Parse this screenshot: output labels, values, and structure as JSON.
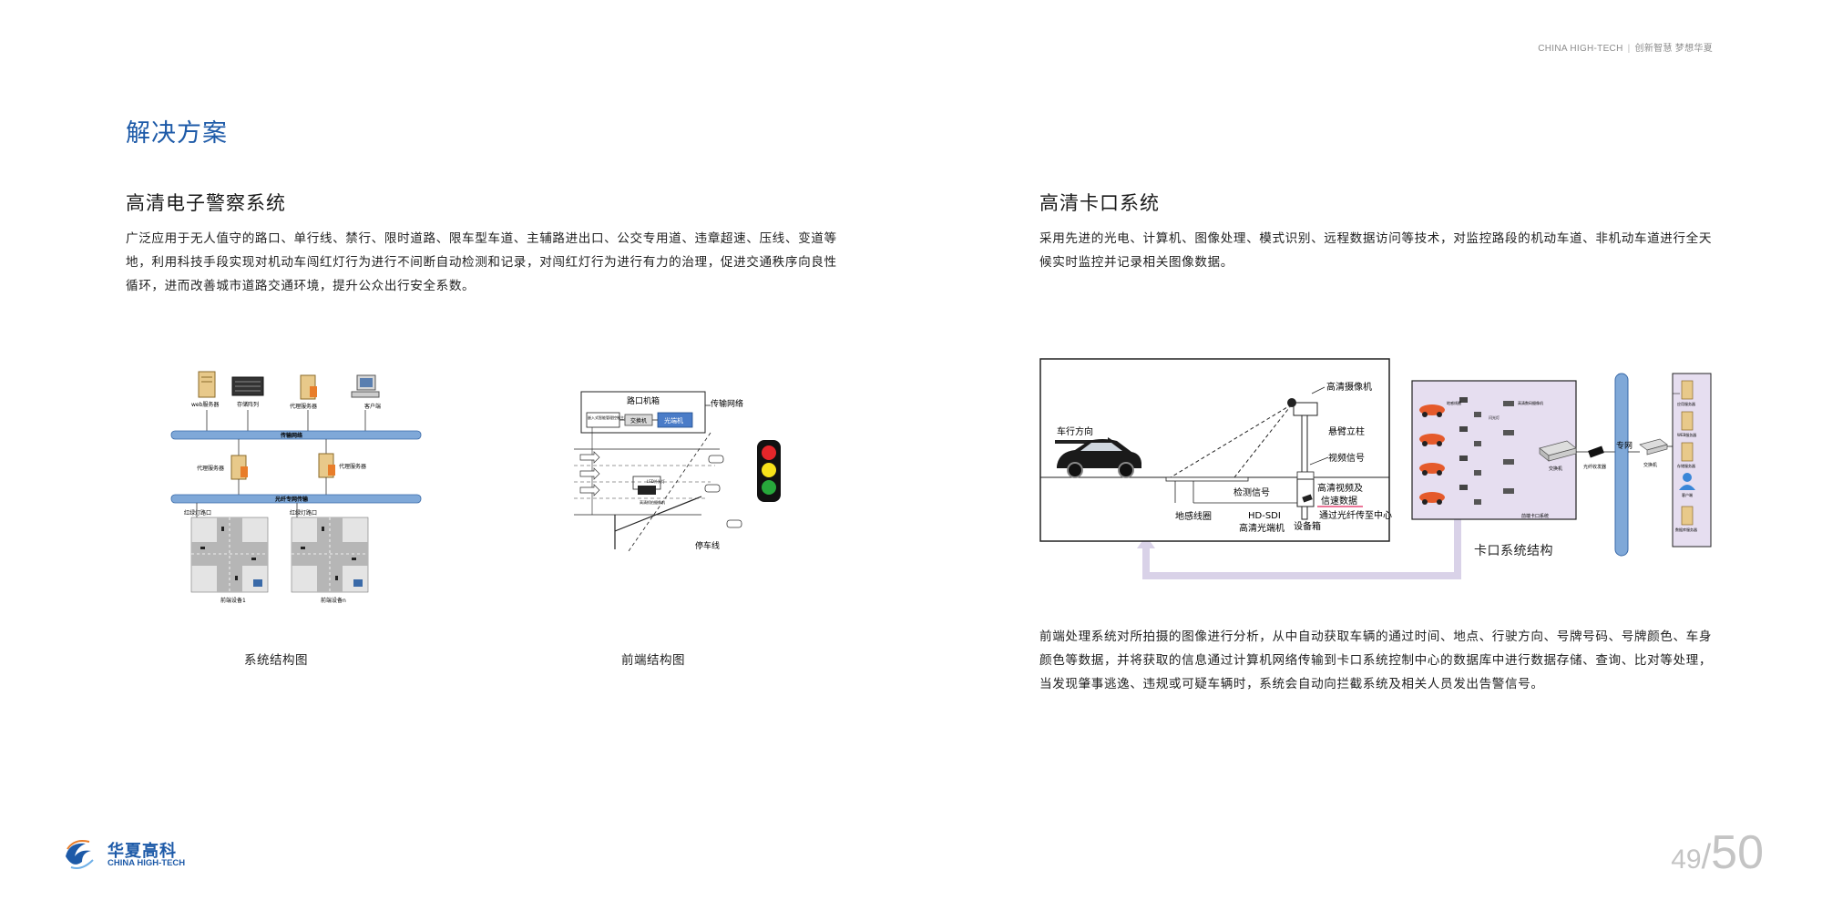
{
  "brand": {
    "left": "CHINA HIGH-TECH",
    "right": "创新智慧 梦想华夏"
  },
  "page_title": "解决方案",
  "left_section": {
    "title": "高清电子警察系统",
    "paragraph": "广泛应用于无人值守的路口、单行线、禁行、限时道路、限车型车道、主辅路进出口、公交专用道、违章超速、压线、变道等地，利用科技手段实现对机动车闯红灯行为进行不间断自动检测和记录，对闯红灯行为进行有力的治理，促进交通秩序向良性循环，进而改善城市道路交通环境，提升公众出行安全系数。",
    "diagram1": {
      "caption": "系统结构图",
      "labels": {
        "web_server": "web服务器",
        "storage_array": "存储阵列",
        "proxy_server_top": "代理服务器",
        "client": "客户端",
        "transport_network": "传输网络",
        "proxy_server_a": "代理服务器",
        "proxy_server_b": "代理服务器",
        "fiber_network": "光纤专网传输",
        "junction_a": "红绿灯路口",
        "junction_b": "红绿灯路口",
        "device_a": "前端设备1",
        "device_b": "前端设备n"
      }
    },
    "diagram2": {
      "caption": "前端结构图",
      "labels": {
        "cabinet": "路口机箱",
        "network": "传输网络",
        "host": "嵌入式智能管理控制主机",
        "switch": "交换机",
        "optical": "光端机",
        "stop_line": "停车线",
        "camera_a": "LED补光灯",
        "camera_b": "高清抓拍摄像机"
      }
    }
  },
  "right_section": {
    "title": "高清卡口系统",
    "paragraph": "采用先进的光电、计算机、图像处理、模式识别、远程数据访问等技术，对监控路段的机动车道、非机动车道进行全天候实时监控并记录相关图像数据。",
    "diagram": {
      "caption": "卡口系统结构",
      "labels": {
        "direction": "车行方向",
        "camera": "高清摄像机",
        "pole": "悬臂立柱",
        "video_signal": "视频信号",
        "hd_video_line1": "高清视频及",
        "hd_video_line2": "信速数据",
        "detect_signal": "检测信号",
        "coil": "地感线圈",
        "hdsdi_line1": "HD-SDI",
        "hdsdi_line2": "高清光端机",
        "fiber_to_center": "通过光纤传至中心",
        "equipment_box": "设备箱",
        "detector": "地感线圈",
        "flash": "闪光灯",
        "hd_camera": "高清数码摄像机",
        "front_switch": "交换机",
        "optical_tx": "光纤收发器",
        "dedicated_network": "专网",
        "center_switch": "交换机",
        "app_server": "应用服务器",
        "web_server": "WEB服务器",
        "storage_server": "存储服务器",
        "client": "客户端",
        "db_server": "数据库服务器",
        "front_system": "前端卡口系统"
      }
    },
    "paragraph2": "前端处理系统对所拍摄的图像进行分析，从中自动获取车辆的通过时间、地点、行驶方向、号牌号码、号牌颜色、车身颜色等数据，并将获取的信息通过计算机网络传输到卡口系统控制中心的数据库中进行数据存储、查询、比对等处理，当发现肇事逃逸、违规或可疑车辆时，系统会自动向拦截系统及相关人员发出告警信号。"
  },
  "footer": {
    "logo_cn": "华夏高科",
    "logo_en": "CHINA HIGH-TECH",
    "page_current": "49",
    "page_total": "50"
  },
  "colors": {
    "accent": "#1d5aa8",
    "bus": "#7fa8d8",
    "panel": "#e6def0",
    "return_line": "#d9d2e8"
  }
}
